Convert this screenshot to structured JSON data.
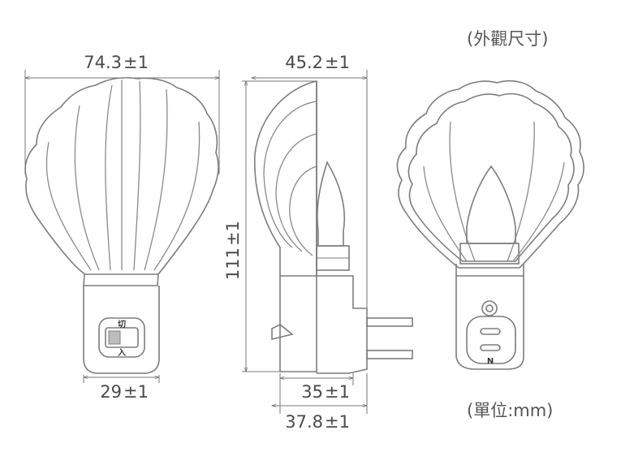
{
  "captions": {
    "title": "(外觀尺寸)",
    "unit": "(單位:mm)"
  },
  "dimensions": {
    "front_width": "74.3",
    "side_depth": "45.2",
    "height": "111",
    "base_width": "29",
    "plug_depth": "35",
    "total_depth": "37.8",
    "tolerance": "±1"
  },
  "switch_labels": {
    "off": "切",
    "on": "入"
  },
  "colors": {
    "line": "#7d7d7d",
    "text": "#4a4a4a",
    "background": "#ffffff"
  }
}
